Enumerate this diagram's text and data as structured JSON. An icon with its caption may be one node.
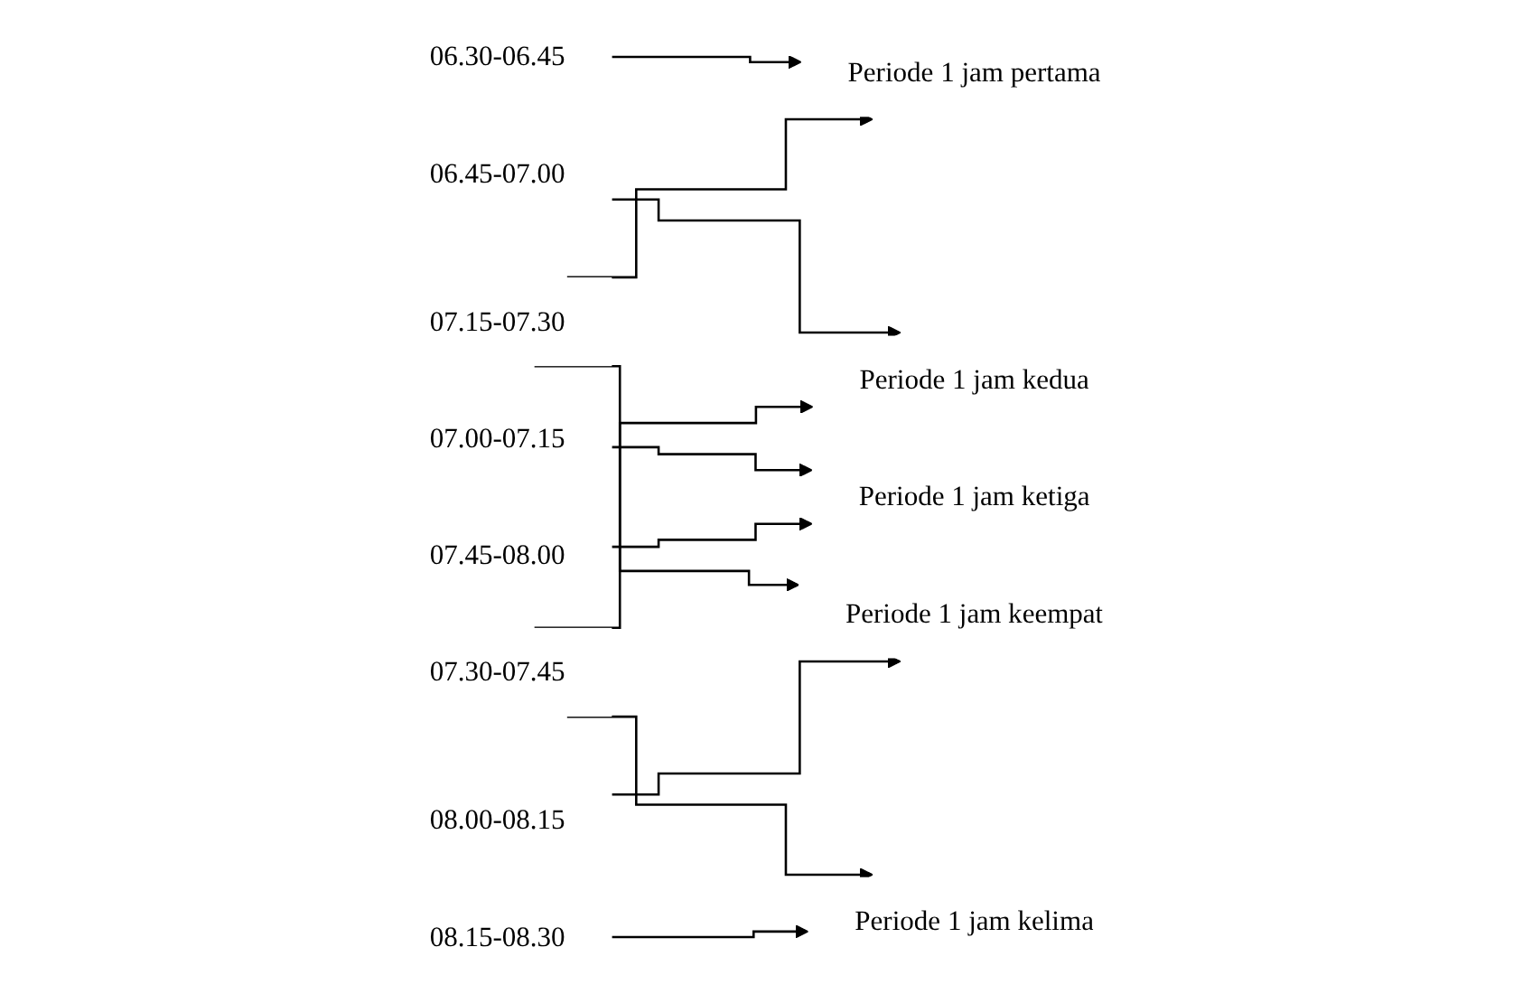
{
  "diagram": {
    "nodes": [
      {
        "text": [
          "06.30-06.45"
        ]
      },
      {
        "text": [
          "06.45-07.00"
        ]
      },
      {
        "text": [
          "07.00-07.15"
        ]
      },
      {
        "text": [
          "07.15-07.30"
        ]
      },
      {
        "text": [
          "07.30-07.45"
        ]
      },
      {
        "text": [
          "07.45-08.00"
        ]
      },
      {
        "text": [
          "08.00-08.15"
        ]
      },
      {
        "text": [
          "08.15-08.30"
        ]
      },
      {
        "text": [
          "Periode 1 jam pertama"
        ]
      },
      {
        "text": [
          "Periode 1 jam kedua"
        ]
      },
      {
        "text": [
          "Periode 1 jam ketiga"
        ]
      },
      {
        "text": [
          "Periode 1 jam keempat"
        ]
      },
      {
        "text": [
          "Periode 1 jam kelima"
        ]
      }
    ],
    "edges": [
      {
        "from": 0,
        "to": 8,
        "arrow": "to"
      },
      {
        "from": 3,
        "to": 8,
        "arrow": "to"
      },
      {
        "from": 1,
        "to": 9,
        "arrow": "to"
      },
      {
        "from": 4,
        "to": 9,
        "arrow": "to"
      },
      {
        "from": 2,
        "to": 10,
        "arrow": "to"
      },
      {
        "from": 5,
        "to": 10,
        "arrow": "to"
      },
      {
        "from": 3,
        "to": 11,
        "arrow": "to"
      },
      {
        "from": 6,
        "to": 11,
        "arrow": "to"
      },
      {
        "from": 4,
        "to": 12,
        "arrow": "to"
      },
      {
        "from": 7,
        "to": 12,
        "arrow": "to"
      }
    ]
  }
}
